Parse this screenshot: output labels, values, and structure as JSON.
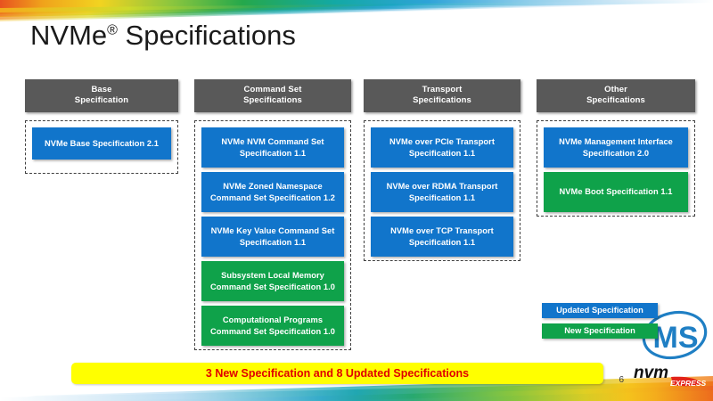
{
  "slide": {
    "title_main": "NVMe",
    "title_sup": "®",
    "title_rest": " Specifications",
    "page_number": "6"
  },
  "colors": {
    "updated": "#1175CB",
    "new": "#0FA24A",
    "header_gray": "#595959",
    "banner_bg": "#FFFF00",
    "banner_text": "#E00000"
  },
  "columns": [
    {
      "id": "base",
      "header": "Base\nSpecification",
      "header_line1": "Base",
      "header_line2": "Specification",
      "items": [
        {
          "label": "NVMe Base Specification 2.1",
          "status": "updated",
          "lines": 1
        }
      ]
    },
    {
      "id": "command-set",
      "header": "Command Set\nSpecifications",
      "header_line1": "Command Set",
      "header_line2": "Specifications",
      "items": [
        {
          "label": "NVMe NVM Command Set Specification 1.1",
          "status": "updated",
          "lines": 2
        },
        {
          "label": "NVMe Zoned Namespace Command Set Specification 1.2",
          "status": "updated",
          "lines": 2
        },
        {
          "label": "NVMe Key Value Command Set Specification 1.1",
          "status": "updated",
          "lines": 2
        },
        {
          "label": "Subsystem Local Memory Command Set Specification 1.0",
          "status": "new",
          "lines": 2
        },
        {
          "label": "Computational Programs Command Set Specification 1.0",
          "status": "new",
          "lines": 2
        }
      ]
    },
    {
      "id": "transport",
      "header": "Transport\nSpecifications",
      "header_line1": "Transport",
      "header_line2": "Specifications",
      "items": [
        {
          "label": "NVMe over PCIe Transport Specification 1.1",
          "status": "updated",
          "lines": 2
        },
        {
          "label": "NVMe over RDMA Transport Specification 1.1",
          "status": "updated",
          "lines": 2
        },
        {
          "label": "NVMe over TCP Transport Specification 1.1",
          "status": "updated",
          "lines": 2
        }
      ]
    },
    {
      "id": "other",
      "header": "Other\nSpecifications",
      "header_line1": "Other",
      "header_line2": "Specifications",
      "items": [
        {
          "label": "NVMe Management Interface Specification 2.0",
          "status": "updated",
          "lines": 2
        },
        {
          "label": "NVMe Boot Specification 1.1",
          "status": "new",
          "lines": 2
        }
      ]
    }
  ],
  "legend": [
    {
      "label": "Updated Specification",
      "status": "updated"
    },
    {
      "label": "New Specification",
      "status": "new"
    }
  ],
  "banner": {
    "text": "3 New Specification and 8 Updated Specifications"
  },
  "logos": {
    "fms": "MS",
    "nvme_primary": "nvm",
    "nvme_secondary": "EXPRESS"
  }
}
